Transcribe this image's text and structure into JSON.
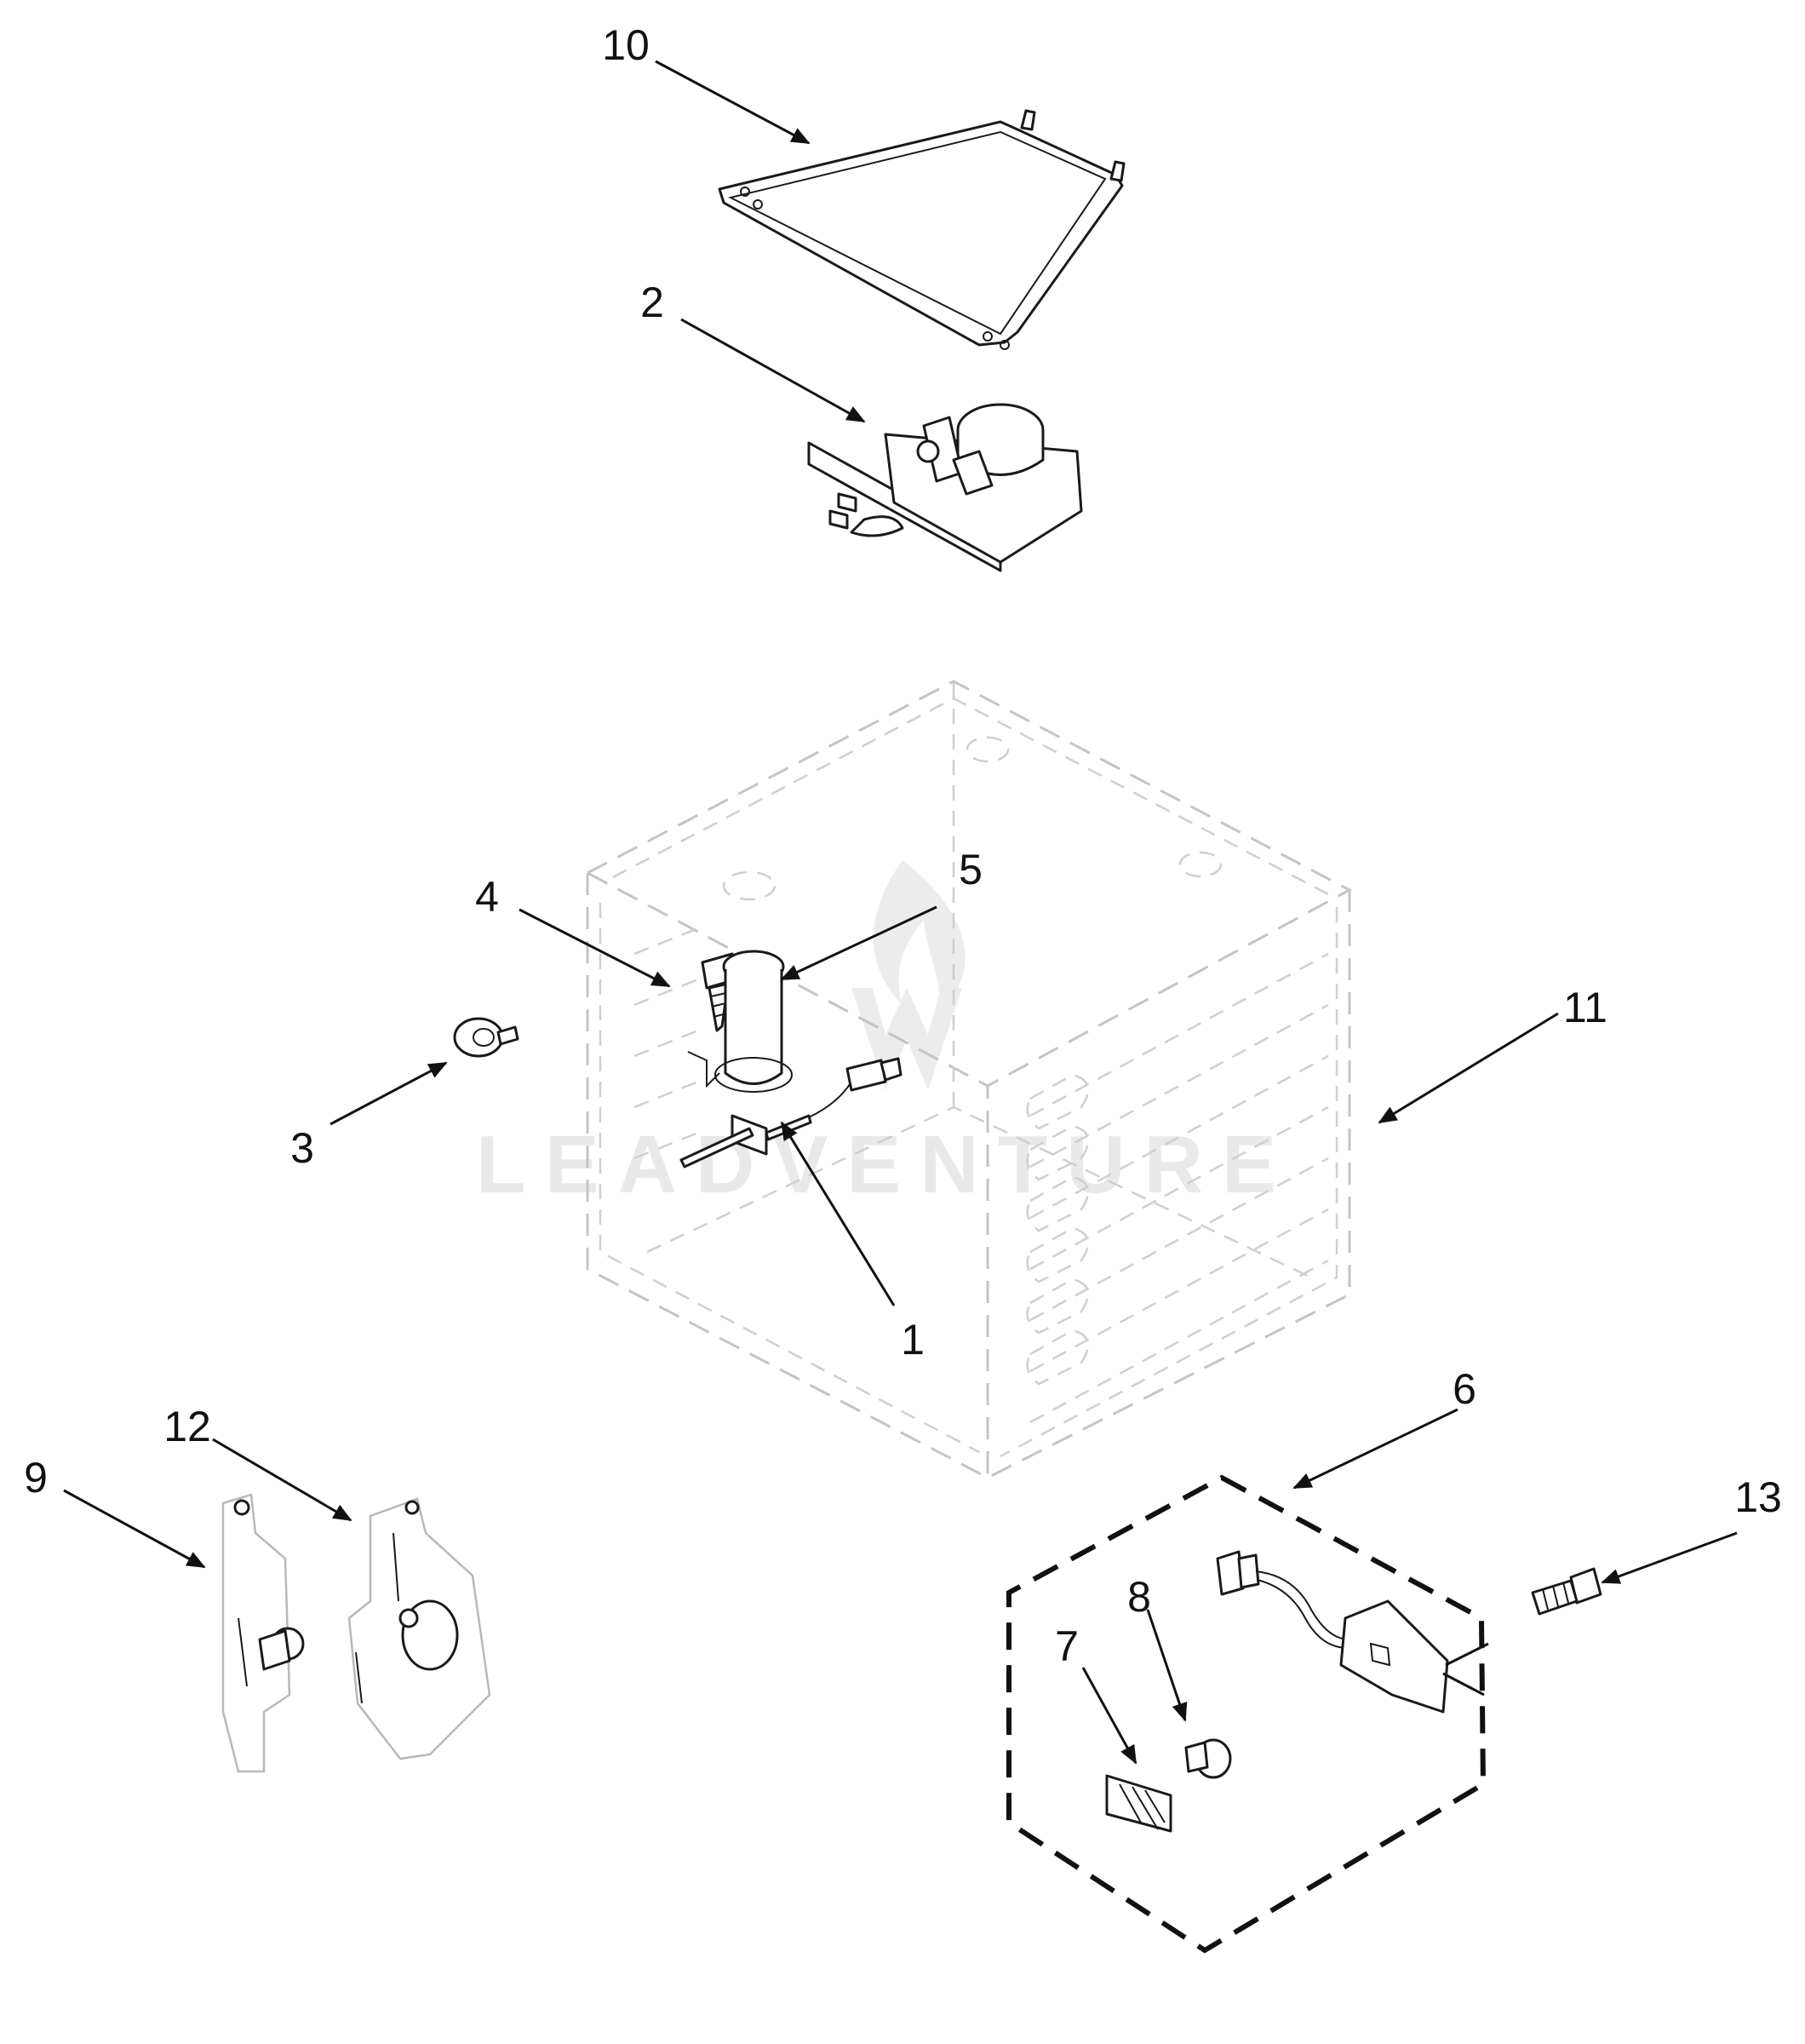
{
  "diagram": {
    "type": "exploded-parts-diagram",
    "callouts": [
      {
        "id": "10",
        "label": "10"
      },
      {
        "id": "2",
        "label": "2"
      },
      {
        "id": "4",
        "label": "4"
      },
      {
        "id": "5",
        "label": "5"
      },
      {
        "id": "11",
        "label": "11"
      },
      {
        "id": "3",
        "label": "3"
      },
      {
        "id": "1",
        "label": "1"
      },
      {
        "id": "6",
        "label": "6"
      },
      {
        "id": "12",
        "label": "12"
      },
      {
        "id": "9",
        "label": "9"
      },
      {
        "id": "13",
        "label": "13"
      },
      {
        "id": "8",
        "label": "8"
      },
      {
        "id": "7",
        "label": "7"
      }
    ],
    "watermark": "LEADVENTURE",
    "line_color": "#111111",
    "ghost_color": "#c4c4c4"
  }
}
